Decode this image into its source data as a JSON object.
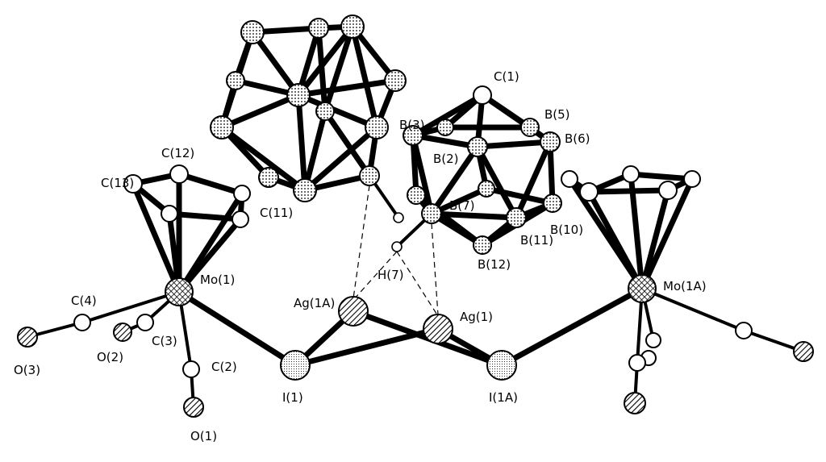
{
  "labels": {
    "c1": "C(1)",
    "b3": "B(3)",
    "b5": "B(5)",
    "b6": "B(6)",
    "b2": "B(2)",
    "b7": "B(7)",
    "b10": "B(10)",
    "b11": "B(11)",
    "b12": "B(12)",
    "h7": "H(7)",
    "c12": "C(12)",
    "c13": "C(13)",
    "c11": "C(11)",
    "mo1": "Mo(1)",
    "mo1a": "Mo(1A)",
    "ag1a": "Ag(1A)",
    "ag1": "Ag(1)",
    "i1": "I(1)",
    "i1a": "I(1A)",
    "c4": "C(4)",
    "c3": "C(3)",
    "c2": "C(2)",
    "o1": "O(1)",
    "o2": "O(2)",
    "o3": "O(3)"
  },
  "colors": {
    "ink": "#000000",
    "paper": "#ffffff"
  }
}
